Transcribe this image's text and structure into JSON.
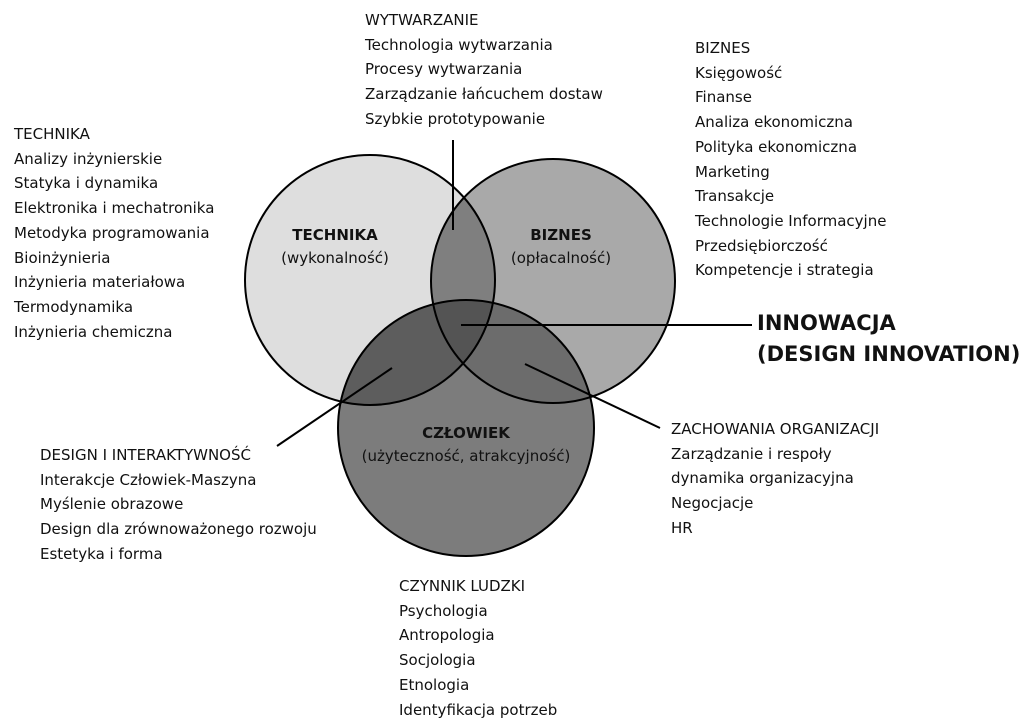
{
  "colors": {
    "technika_fill": "#dedede",
    "biznes_fill": "#a9a9a9",
    "czlowiek_fill": "#7c7c7c",
    "overlap_tb": "#7f7f7f",
    "overlap_tc": "#5d5d5d",
    "overlap_bc": "#6c6c6c",
    "overlap_all": "#545454",
    "stroke": "#000000"
  },
  "circles": {
    "technika": {
      "title": "TECHNIKA",
      "subtitle": "(wykonalność)"
    },
    "biznes": {
      "title": "BIZNES",
      "subtitle": "(opłacalność)"
    },
    "czlowiek": {
      "title": "CZŁOWIEK",
      "subtitle": "(użyteczność, atrakcyjność)"
    }
  },
  "innovation": {
    "lines": [
      "INNOWACJA",
      "(DESIGN INNOVATION)"
    ]
  },
  "blocks": {
    "wytwarzanie": [
      "WYTWARZANIE",
      "Technologia wytwarzania",
      "Procesy wytwarzania",
      "Zarządzanie łańcuchem dostaw",
      "Szybkie prototypowanie"
    ],
    "technika": [
      "TECHNIKA",
      "Analizy inżynierskie",
      "Statyka i dynamika",
      "Elektronika i mechatronika",
      "Metodyka programowania",
      "Bioinżynieria",
      "Inżynieria materiałowa",
      "Termodynamika",
      "Inżynieria chemiczna"
    ],
    "biznes": [
      "BIZNES",
      "Księgowość",
      "Finanse",
      "Analiza ekonomiczna",
      "Polityka ekonomiczna",
      "Marketing",
      "Transakcje",
      "Technologie Informacyjne",
      "Przedsiębiorczość",
      "Kompetencje i strategia"
    ],
    "design": [
      "DESIGN I INTERAKTYWNOŚĆ",
      "Interakcje Człowiek-Maszyna",
      "Myślenie obrazowe",
      "Design dla zrównoważonego rozwoju",
      "Estetyka i forma"
    ],
    "zachowania": [
      "ZACHOWANIA ORGANIZACJI",
      "Zarządzanie i respoły",
      "dynamika organizacyjna",
      "Negocjacje",
      "HR"
    ],
    "czynnik": [
      "CZYNNIK LUDZKI",
      "Psychologia",
      "Antropologia",
      "Socjologia",
      "Etnologia",
      "Identyfikacja potrzeb"
    ]
  }
}
